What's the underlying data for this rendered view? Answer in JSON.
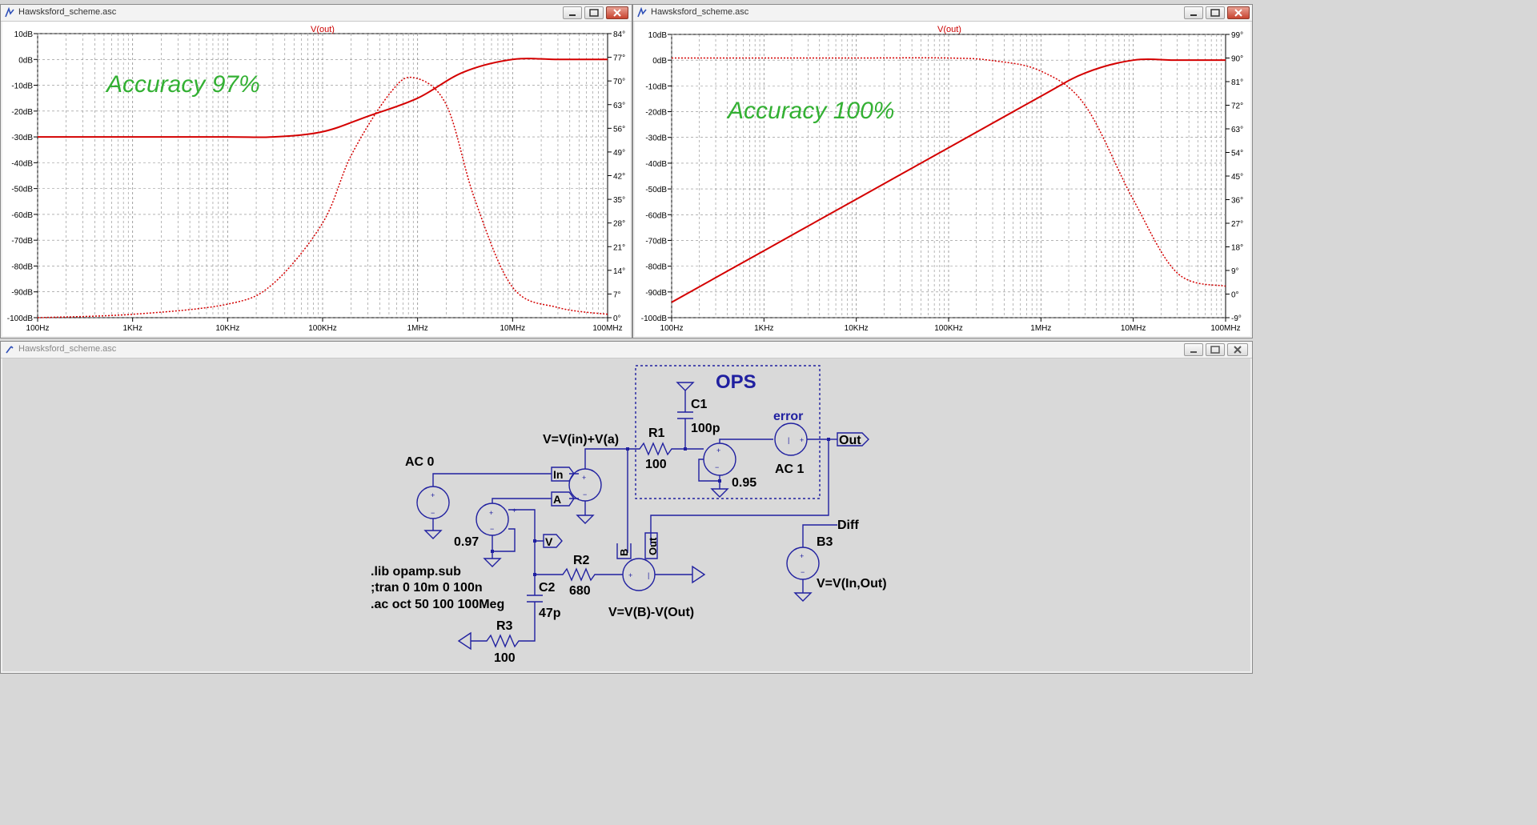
{
  "left_window": {
    "title": "Hawsksford_scheme.asc",
    "trace_label": "V(out)",
    "annotation": "Accuracy 97%",
    "y_ticks": [
      "10dB",
      "0dB",
      "-10dB",
      "-20dB",
      "-30dB",
      "-40dB",
      "-50dB",
      "-60dB",
      "-70dB",
      "-80dB",
      "-90dB",
      "-100dB"
    ],
    "y2_ticks": [
      "84°",
      "77°",
      "70°",
      "63°",
      "56°",
      "49°",
      "42°",
      "35°",
      "28°",
      "21°",
      "14°",
      "7°",
      "0°"
    ],
    "x_ticks": [
      "100Hz",
      "1KHz",
      "10KHz",
      "100KHz",
      "1MHz",
      "10MHz",
      "100MHz"
    ]
  },
  "right_window": {
    "title": "Hawsksford_scheme.asc",
    "trace_label": "V(out)",
    "annotation": "Accuracy 100%",
    "y_ticks": [
      "10dB",
      "0dB",
      "-10dB",
      "-20dB",
      "-30dB",
      "-40dB",
      "-50dB",
      "-60dB",
      "-70dB",
      "-80dB",
      "-90dB",
      "-100dB"
    ],
    "y2_ticks": [
      "99°",
      "90°",
      "81°",
      "72°",
      "63°",
      "54°",
      "45°",
      "36°",
      "27°",
      "18°",
      "9°",
      "0°",
      "-9°"
    ],
    "x_ticks": [
      "100Hz",
      "1KHz",
      "10KHz",
      "100KHz",
      "1MHz",
      "10MHz",
      "100MHz"
    ]
  },
  "schematic_window": {
    "title": "Hawsksford_scheme.asc",
    "labels": {
      "ops": "OPS",
      "error": "error",
      "c1": "C1",
      "c1_val": "100p",
      "r1": "R1",
      "r1_val": "100",
      "vin_expr": "V=V(in)+V(a)",
      "ac0": "AC 0",
      "ac1": "AC 1",
      "gain1": "0.95",
      "gain2": "0.97",
      "net_in": "In",
      "net_a": "A",
      "net_v": "V",
      "net_out": "Out",
      "net_b": "B",
      "net_out2": "Out",
      "r2": "R2",
      "r2_val": "680",
      "c2": "C2",
      "c2_val": "47p",
      "r3": "R3",
      "r3_val": "100",
      "diff": "Diff",
      "b3": "B3",
      "b3_expr": "V=V(In,Out)",
      "bdiff_expr": "V=V(B)-V(Out)",
      "directive1": ".lib opamp.sub",
      "directive2": ";tran 0 10m 0 100n",
      "directive3": ".ac oct 50 100 100Meg"
    }
  },
  "chart_data": [
    {
      "type": "line",
      "title": "V(out)",
      "x_scale": "log",
      "xlim": [
        100,
        100000000
      ],
      "ylim": [
        -100,
        10
      ],
      "y2lim": [
        0,
        84
      ],
      "grid": true,
      "series": [
        {
          "style": "solid",
          "axis": "dB",
          "x": [
            100,
            1000,
            10000,
            30000,
            100000,
            300000,
            1000000,
            3000000,
            10000000,
            30000000,
            100000000
          ],
          "values": [
            -30,
            -30,
            -30,
            -30,
            -28,
            -22,
            -15,
            -5,
            0,
            0,
            0
          ]
        },
        {
          "style": "dotted",
          "axis": "phase_deg",
          "x": [
            100,
            1000,
            10000,
            30000,
            100000,
            200000,
            500000,
            900000,
            2000000,
            4000000,
            10000000,
            30000000,
            100000000
          ],
          "values": [
            0,
            1,
            4,
            10,
            28,
            48,
            66,
            71,
            63,
            35,
            9,
            3,
            1
          ]
        }
      ]
    },
    {
      "type": "line",
      "title": "V(out)",
      "x_scale": "log",
      "xlim": [
        100,
        100000000
      ],
      "ylim": [
        -100,
        10
      ],
      "y2lim": [
        -9,
        99
      ],
      "grid": true,
      "series": [
        {
          "style": "solid",
          "axis": "dB",
          "x": [
            100,
            1000,
            10000,
            100000,
            1000000,
            3000000,
            10000000,
            30000000,
            100000000
          ],
          "values": [
            -94,
            -74,
            -54,
            -34,
            -14,
            -5,
            0,
            0,
            0
          ]
        },
        {
          "style": "dotted",
          "axis": "phase_deg",
          "x": [
            100,
            1000,
            10000,
            100000,
            300000,
            1000000,
            3000000,
            10000000,
            30000000,
            100000000
          ],
          "values": [
            90,
            90,
            90,
            90,
            89,
            85,
            72,
            36,
            8,
            3
          ]
        }
      ]
    }
  ]
}
